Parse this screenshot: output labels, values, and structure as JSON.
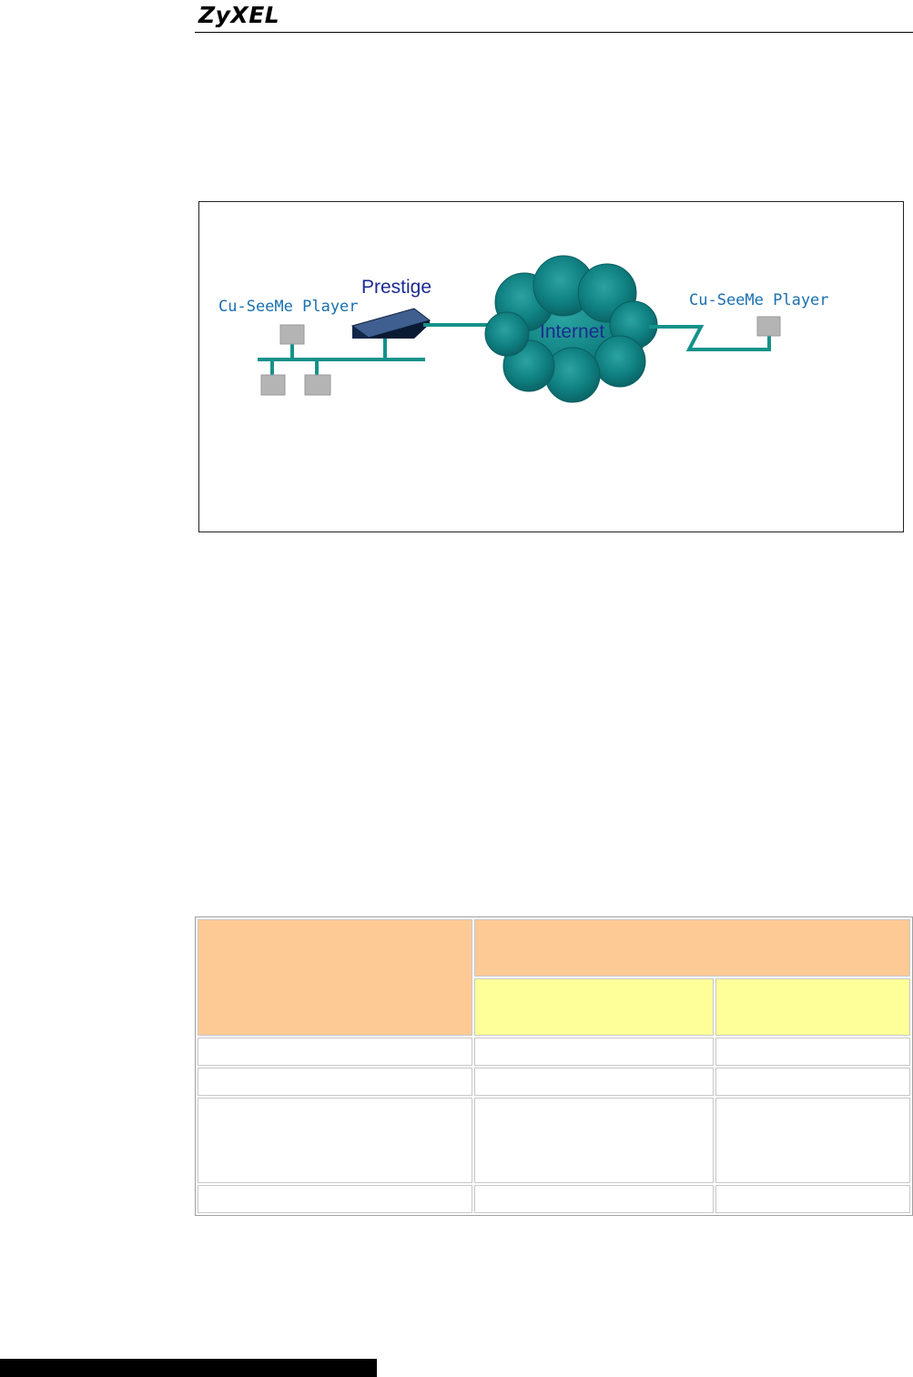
{
  "header": {
    "logo_text": "ZyXEL"
  },
  "diagram": {
    "left_player_label": "Cu-SeeMe Player",
    "router_label": "Prestige",
    "cloud_label": "Internet",
    "right_player_label": "Cu-SeeMe Player",
    "colors": {
      "network_line": "#14928a",
      "host_box": "#b4b4b4",
      "cloud": "#0f7f80",
      "router": "#1f3f6b"
    }
  },
  "table": {
    "header_colors": {
      "primary": "#fdca96",
      "secondary": "#ffff99"
    },
    "rows": [
      [
        "",
        "",
        ""
      ],
      [
        "",
        "",
        ""
      ],
      [
        "",
        "",
        ""
      ],
      [
        "",
        "",
        ""
      ]
    ]
  }
}
